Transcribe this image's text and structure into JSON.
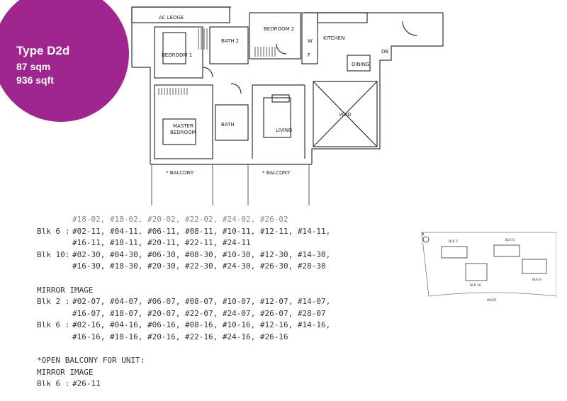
{
  "unit": {
    "type": "Type D2d",
    "sqm": "87 sqm",
    "sqft": "936 sqft"
  },
  "rooms": {
    "ac_ledge": "AC LEDGE",
    "bedroom1": "BEDROOM 1",
    "bedroom2": "BEDROOM 2",
    "bath2": "BATH 2",
    "kitchen": "KITCHEN",
    "dining": "DINING",
    "void": "VOID",
    "master": [
      "MASTER",
      "BEDROOM"
    ],
    "bath": "BATH",
    "living": "LIVING",
    "balcony1": "* BALCONY",
    "balcony2": "* BALCONY",
    "w": "W",
    "f": "F",
    "db": "DB"
  },
  "units_list": {
    "partial_top": "#18-02, #18-02, #20-02, #22-02, #24-02, #26-02",
    "groups": [
      {
        "label": "Blk 6 :",
        "lines": [
          "#02-11, #04-11, #06-11, #08-11, #10-11, #12-11, #14-11,",
          "#16-11, #18-11, #20-11, #22-11, #24-11"
        ]
      },
      {
        "label": "Blk 10:",
        "lines": [
          "#02-30, #04-30, #06-30, #08-30, #10-30, #12-30, #14-30,",
          "#16-30, #18-30, #20-30, #22-30, #24-30, #26-30, #28-30"
        ]
      }
    ],
    "mirror_title": "MIRROR IMAGE",
    "mirror_groups": [
      {
        "label": "Blk 2 :",
        "lines": [
          "#02-07, #04-07, #06-07, #08-07, #10-07, #12-07, #14-07,",
          "#16-07, #18-07, #20-07, #22-07, #24-07, #26-07, #28-07"
        ]
      },
      {
        "label": "Blk 6 :",
        "lines": [
          "#02-16, #04-16, #06-16, #08-16, #10-16, #12-16, #14-16,",
          "#16-16, #18-16, #20-16, #22-16, #24-16, #26-16"
        ]
      }
    ],
    "open_balcony_title": "*OPEN BALCONY FOR UNIT:",
    "open_balcony_mirror": "MIRROR IMAGE",
    "open_balcony_group": {
      "label": "Blk 6 :",
      "value": "#26-11"
    }
  },
  "site_plan": {
    "compass": "N",
    "blocks": [
      "BLK 2",
      "BLK 6",
      "BLK 10",
      "BLK 8"
    ],
    "river": "RIVER"
  }
}
